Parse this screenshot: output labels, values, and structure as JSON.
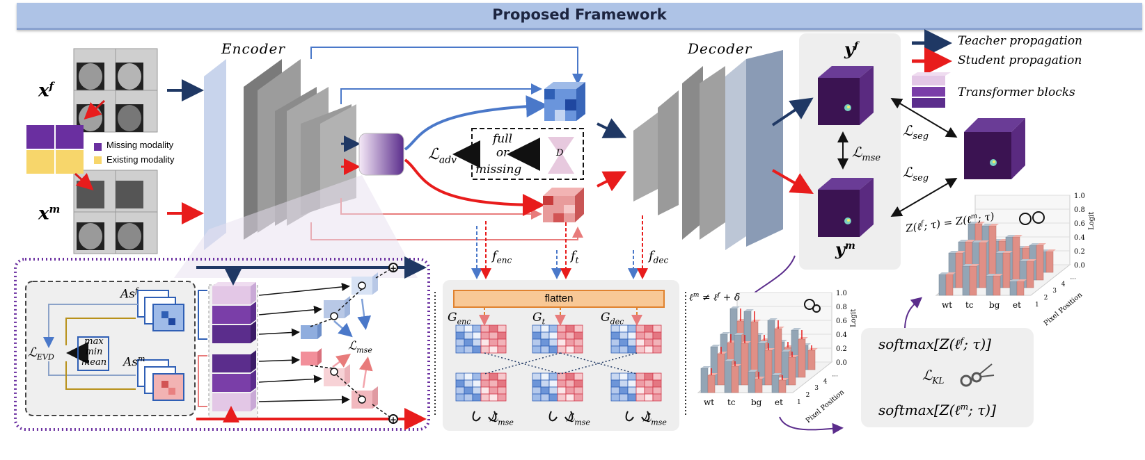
{
  "title": "Proposed Framework",
  "encoder_label": "Encoder",
  "decoder_label": "Decoder",
  "inputs": {
    "full": "x",
    "full_sup": "f",
    "missing": "x",
    "missing_sup": "m"
  },
  "modality_legend": {
    "missing": "Missing modality",
    "existing": "Existing modality"
  },
  "legend": {
    "teacher": "Teacher propagation",
    "student": "Student propagation",
    "transformer": "Transformer blocks"
  },
  "discriminator": {
    "label": "D",
    "text1": "full",
    "text2": "or",
    "text3": "missing"
  },
  "losses": {
    "adv": "adv",
    "mse": "mse",
    "seg": "seg",
    "kl": "KL",
    "evd": "EVD"
  },
  "features": {
    "enc": "enc",
    "t": "t",
    "dec": "dec"
  },
  "outputs": {
    "yf": "y",
    "yf_sup": "f",
    "ym": "y",
    "ym_sup": "m"
  },
  "flatten_label": "flatten",
  "gram": {
    "enc": "enc",
    "t": "t",
    "dec": "dec"
  },
  "evd_box": {
    "asf": "As",
    "asf_sup": "f",
    "asm": "As",
    "asm_sup": "m",
    "stats": [
      "max",
      "min",
      "mean"
    ]
  },
  "kl_box": {
    "top": "softmax[Z(ℓ",
    "top_sup": "f",
    "top_end": "; τ)]",
    "bottom": "softmax[Z(ℓ",
    "bottom_sup": "m",
    "bottom_end": "; τ)]"
  },
  "annotations": {
    "neq": "ℓ",
    "neq_sup": "m",
    "neq_mid": " ≠ ℓ",
    "neq_sup2": "f",
    "neq_end": " + δ",
    "eq": "Z(ℓ",
    "eq_sup": "f",
    "eq_mid": "; τ) = Z(ℓ",
    "eq_sup2": "m",
    "eq_end": "; τ)"
  },
  "chart_data": [
    {
      "type": "bar",
      "title": "",
      "categories": [
        "wt",
        "tc",
        "bg",
        "et"
      ],
      "depth_categories": [
        "1",
        "2",
        "3",
        "4",
        "..."
      ],
      "ylabel": "Logit",
      "depth_label": "Pixel Position",
      "yticks": [
        "0.0",
        "0.2",
        "0.4",
        "0.6",
        "0.8",
        "1.0"
      ],
      "ylim": [
        0,
        1.0
      ],
      "series": [
        {
          "values": [
            0.35,
            0.55,
            0.62,
            0.88,
            0.45,
            0.72,
            0.95,
            0.5,
            0.3,
            0.6,
            0.82,
            0.4,
            0.25,
            0.48,
            0.68,
            0.35
          ]
        },
        {
          "values": [
            0.25,
            0.45,
            0.5,
            0.7,
            0.38,
            0.6,
            0.8,
            0.42,
            0.2,
            0.5,
            0.7,
            0.32,
            0.18,
            0.4,
            0.55,
            0.28
          ]
        }
      ]
    },
    {
      "type": "bar",
      "title": "",
      "categories": [
        "wt",
        "tc",
        "bg",
        "et"
      ],
      "depth_categories": [
        "1",
        "2",
        "3",
        "4",
        "..."
      ],
      "ylabel": "Logit",
      "depth_label": "Pixel Position",
      "yticks": [
        "0.0",
        "0.2",
        "0.4",
        "0.6",
        "0.8",
        "1.0"
      ],
      "ylim": [
        0,
        1.0
      ],
      "series": [
        {
          "values": [
            0.3,
            0.5,
            0.55,
            0.7,
            0.42,
            0.65,
            0.78,
            0.45,
            0.28,
            0.5,
            0.62,
            0.35,
            0.2,
            0.38,
            0.5,
            0.3
          ]
        },
        {
          "values": [
            0.3,
            0.5,
            0.55,
            0.7,
            0.42,
            0.65,
            0.78,
            0.45,
            0.28,
            0.5,
            0.62,
            0.35,
            0.2,
            0.38,
            0.5,
            0.3
          ]
        }
      ]
    }
  ],
  "colors": {
    "teacher": "#1f3864",
    "student": "#e81c1c",
    "transformer": "#5b2d8c",
    "banner": "#aec3e6",
    "flatten": "#f7c08a"
  }
}
